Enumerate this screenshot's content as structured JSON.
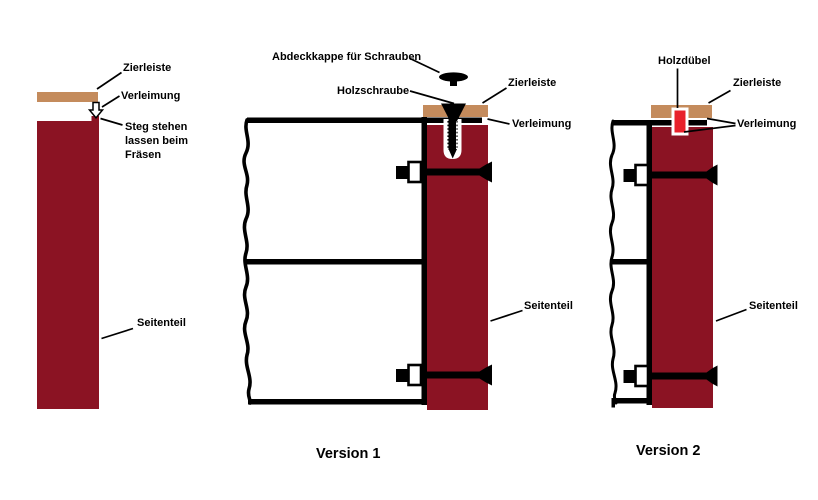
{
  "colors": {
    "background": "#FFFFFF",
    "side_panel": "#8B1323",
    "trim_strip": "#C48B5C",
    "dowel": "#E8202A",
    "outline": "#000000",
    "label_text": "#000000"
  },
  "panel_detail": {
    "labels": {
      "zierleiste": "Zierleiste",
      "verleimung": "Verleimung",
      "steg": [
        "Steg stehen",
        "lassen beim",
        "Fräsen"
      ],
      "seitenteil": "Seitenteil"
    }
  },
  "version1": {
    "caption": "Version 1",
    "labels": {
      "abdeckkappe": "Abdeckkappe für Schrauben",
      "holzschraube": "Holzschraube",
      "zierleiste": "Zierleiste",
      "verleimung": "Verleimung",
      "seitenteil": "Seitenteil"
    }
  },
  "version2": {
    "caption": "Version 2",
    "labels": {
      "holzduebel": "Holzdübel",
      "zierleiste": "Zierleiste",
      "verleimung": "Verleimung",
      "seitenteil": "Seitenteil"
    }
  }
}
